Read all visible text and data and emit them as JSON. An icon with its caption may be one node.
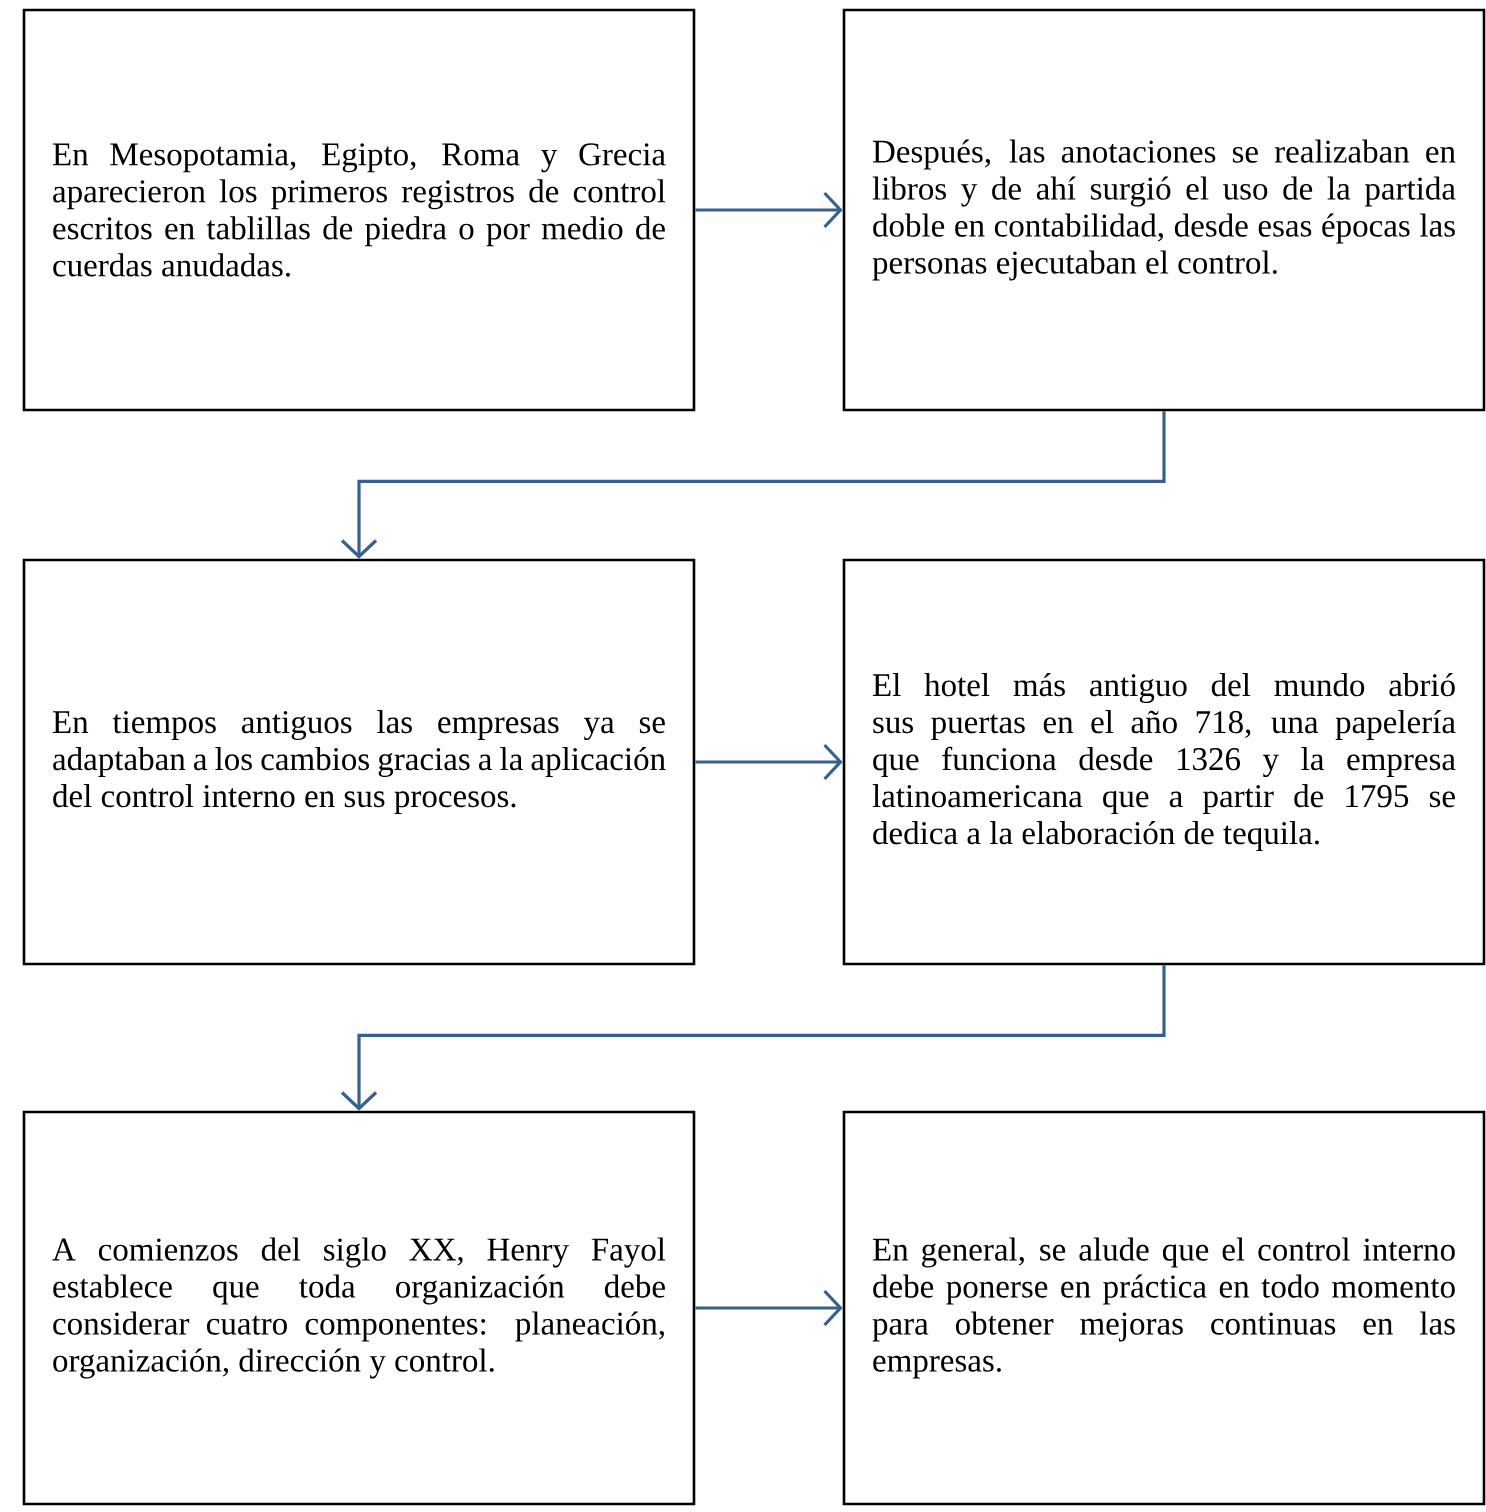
{
  "diagram": {
    "nodes": [
      {
        "text": [
          "En Mesopotamia, Egipto, Roma y Grecia aparecieron los primeros registros de control escritos en tablillas de piedra o por medio de cuerdas anudadas."
        ]
      },
      {
        "text": [
          "Después, las anotaciones se realizaban en libros y de ahí surgió el uso de la partida doble en contabilidad, desde esas épocas las personas ejecutaban el control."
        ]
      },
      {
        "text": [
          "En tiempos antiguos las empresas ya se adaptaban a los cambios gracias a la aplicación del control interno en sus procesos."
        ]
      },
      {
        "text": [
          "El hotel más antiguo del mundo abrió sus puertas en el año 718, una papelería que funciona desde 1326 y la empresa latinoamericana que a partir de 1795 se dedica a la elaboración de tequila."
        ]
      },
      {
        "text": [
          "A comienzos del siglo XX, Henry Fayol establece que toda organización debe considerar cuatro componentes: planeación, organización, dirección y control."
        ]
      },
      {
        "text": [
          "En general, se alude que el control interno debe ponerse en práctica en todo momento para obtener mejoras continuas en las empresas."
        ]
      }
    ],
    "edges": [
      {
        "from": 0,
        "to": 1,
        "arrow": "to"
      },
      {
        "from": 1,
        "to": 2,
        "arrow": "to"
      },
      {
        "from": 2,
        "to": 3,
        "arrow": "to"
      },
      {
        "from": 3,
        "to": 4,
        "arrow": "to"
      },
      {
        "from": 4,
        "to": 5,
        "arrow": "to"
      }
    ]
  }
}
